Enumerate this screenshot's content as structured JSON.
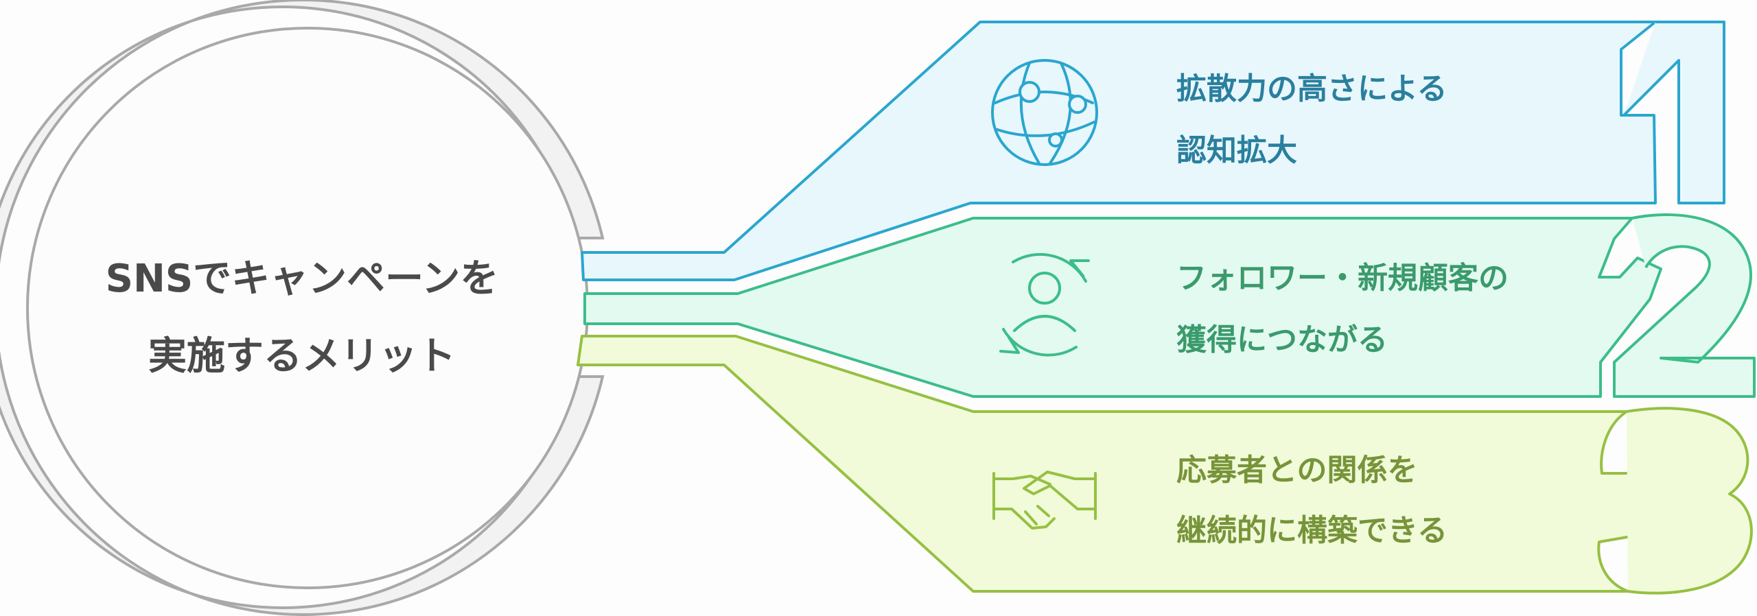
{
  "center": {
    "title_line1": "SNSでキャンペーンを",
    "title_line2": "実施するメリット"
  },
  "items": [
    {
      "number": "1",
      "line1": "拡散力の高さによる",
      "line2": "認知拡大",
      "icon": "globe-network-icon",
      "color": "#2aa6cf",
      "fill": "#e8f7fc",
      "text_color": "#2a7f9e"
    },
    {
      "number": "2",
      "line1": "フォロワー・新規顧客の",
      "line2": "獲得につながる",
      "icon": "user-refresh-icon",
      "color": "#3cbd8a",
      "fill": "#e3faf0",
      "text_color": "#3a9a6c"
    },
    {
      "number": "3",
      "line1": "応募者との関係を",
      "line2": "継続的に構築できる",
      "icon": "handshake-icon",
      "color": "#96c043",
      "fill": "#f1fbd9",
      "text_color": "#77943a"
    }
  ]
}
